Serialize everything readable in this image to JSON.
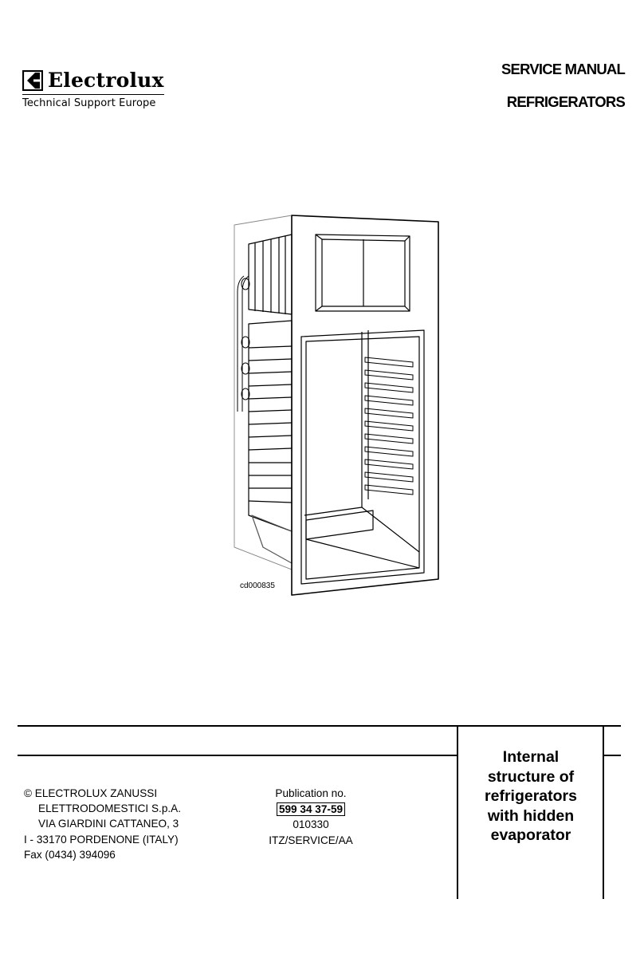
{
  "header": {
    "brand": "Electrolux",
    "tagline": "Technical Support Europe",
    "doc_type": "SERVICE MANUAL",
    "doc_category": "REFRIGERATORS"
  },
  "illustration": {
    "figure_code": "cd000835"
  },
  "footer": {
    "address_lines": [
      "© ELECTROLUX ZANUSSI",
      "ELETTRODOMESTICI S.p.A.",
      "VIA GIARDINI CATTANEO, 3",
      "I - 33170 PORDENONE (ITALY)",
      "Fax (0434) 394096"
    ],
    "publication_label": "Publication no.",
    "publication_number": "599 34 37-59",
    "publication_date_code": "010330",
    "publication_dept": "ITZ/SERVICE/AA",
    "title_lines": [
      "Internal",
      "structure of",
      "refrigerators",
      "with hidden",
      "evaporator"
    ]
  }
}
